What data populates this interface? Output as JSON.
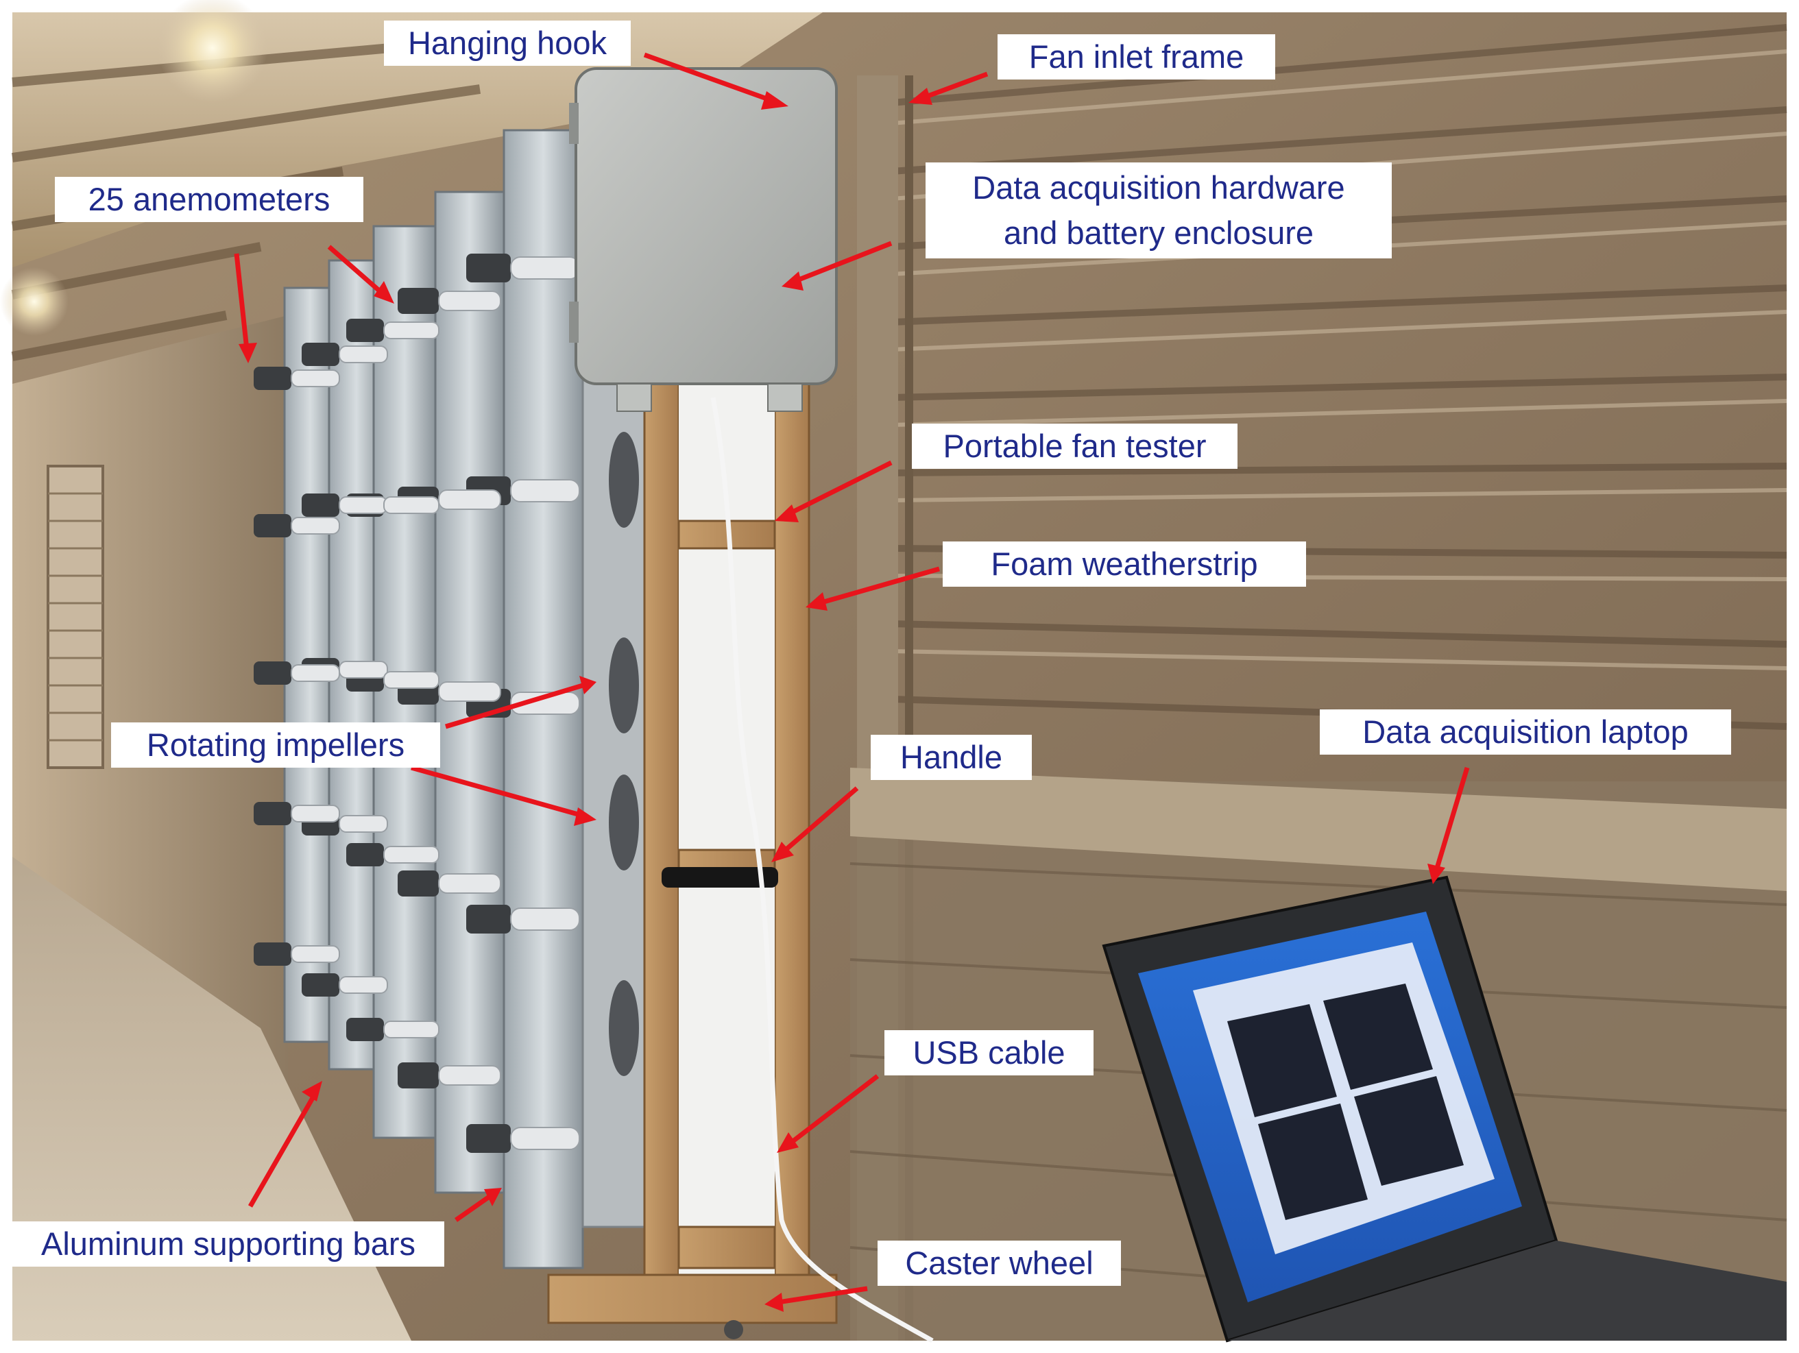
{
  "figure": {
    "labels": {
      "hanging_hook": "Hanging hook",
      "fan_inlet_frame": "Fan inlet frame",
      "anemometers": "25 anemometers",
      "daq_enclosure_line1": "Data acquisition hardware",
      "daq_enclosure_line2": "and battery enclosure",
      "portable_fan_tester": "Portable fan tester",
      "foam_weatherstrip": "Foam weatherstrip",
      "rotating_impellers": "Rotating impellers",
      "handle": "Handle",
      "daq_laptop": "Data acquisition laptop",
      "usb_cable": "USB cable",
      "aluminum_bars": "Aluminum supporting bars",
      "caster_wheel": "Caster wheel"
    },
    "colors": {
      "label_text": "#1f2a8a",
      "label_background": "#ffffff",
      "arrow": "#e8141c"
    }
  }
}
